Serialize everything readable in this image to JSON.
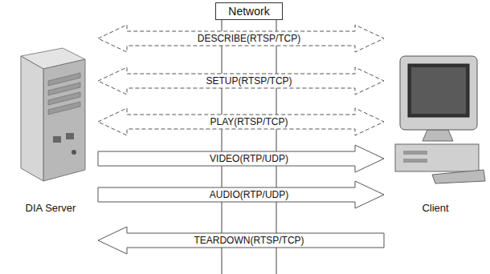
{
  "diagram": {
    "nodes": [
      {
        "text": [
          "Network"
        ]
      },
      {
        "text": [
          "DIA Server"
        ]
      },
      {
        "text": [
          "Client"
        ]
      }
    ],
    "edges": [
      {
        "from": 1,
        "to": 2,
        "label": "DESCRIBE(RTSP/TCP)",
        "arrow": "both"
      },
      {
        "from": 1,
        "to": 2,
        "label": "SETUP(RTSP/TCP)",
        "arrow": "both"
      },
      {
        "from": 1,
        "to": 2,
        "label": "PLAY(RTSP/TCP)",
        "arrow": "both"
      },
      {
        "from": 1,
        "to": 2,
        "label": "VIDEO(RTP/UDP)",
        "arrow": "to"
      },
      {
        "from": 1,
        "to": 2,
        "label": "AUDIO(RTP/UDP)",
        "arrow": "to"
      },
      {
        "from": 2,
        "to": 1,
        "label": "TEARDOWN(RTSP/TCP)",
        "arrow": "to"
      }
    ]
  }
}
